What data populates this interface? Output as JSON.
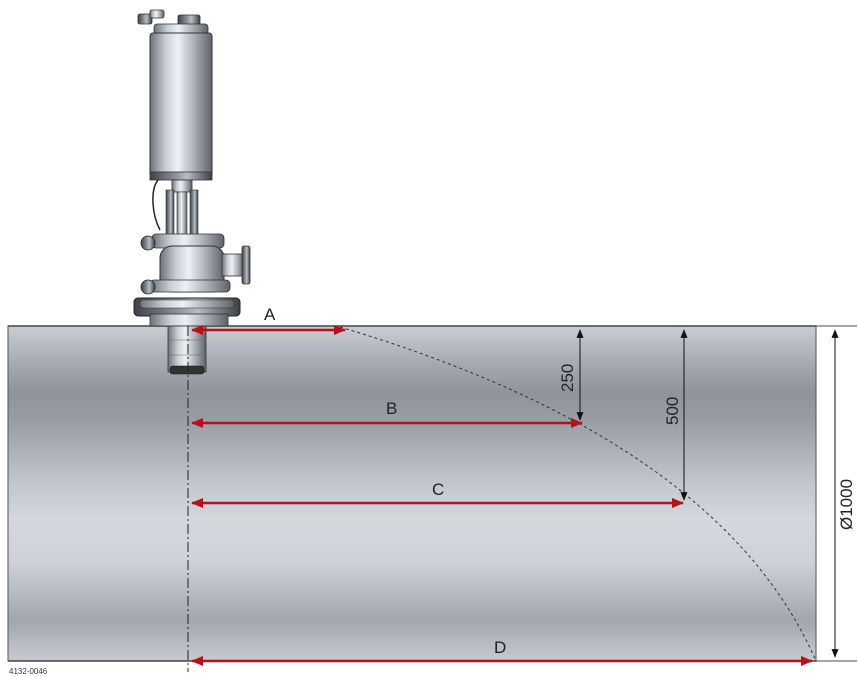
{
  "labels": {
    "a": "A",
    "b": "B",
    "c": "C",
    "d": "D",
    "depth_250": "250",
    "depth_500": "500",
    "diameter": "Ø1000",
    "doc_id": "4132-0046"
  },
  "colors": {
    "arrow": "#b5121b",
    "dimension_line": "#111111",
    "tank_outline": "#555555"
  },
  "icons": {
    "valve": "valve-actuator-icon"
  }
}
